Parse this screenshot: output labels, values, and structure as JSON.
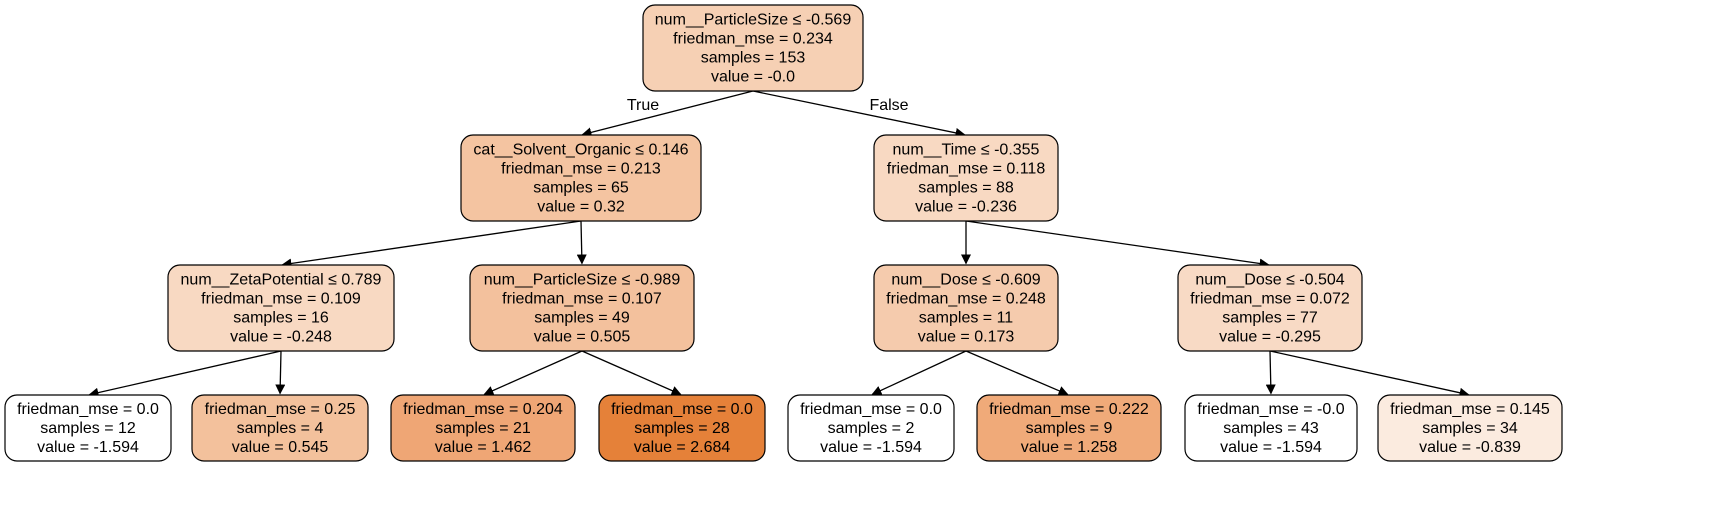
{
  "tree": {
    "nodes": [
      {
        "id": "n0",
        "lines": [
          "num__ParticleSize ≤ -0.569",
          "friedman_mse = 0.234",
          "samples = 153",
          "value = -0.0"
        ],
        "fill": "#f6d0b4"
      },
      {
        "id": "n1",
        "lines": [
          "cat__Solvent_Organic ≤ 0.146",
          "friedman_mse = 0.213",
          "samples = 65",
          "value = 0.32"
        ],
        "fill": "#f4c4a1"
      },
      {
        "id": "n2",
        "lines": [
          "num__Time ≤ -0.355",
          "friedman_mse = 0.118",
          "samples = 88",
          "value = -0.236"
        ],
        "fill": "#f8d9c2"
      },
      {
        "id": "n3",
        "lines": [
          "num__ZetaPotential ≤ 0.789",
          "friedman_mse = 0.109",
          "samples = 16",
          "value = -0.248"
        ],
        "fill": "#f8d9c2"
      },
      {
        "id": "n4",
        "lines": [
          "num__ParticleSize ≤ -0.989",
          "friedman_mse = 0.107",
          "samples = 49",
          "value = 0.505"
        ],
        "fill": "#f3c19d"
      },
      {
        "id": "n5",
        "lines": [
          "num__Dose ≤ -0.609",
          "friedman_mse = 0.248",
          "samples = 11",
          "value = 0.173"
        ],
        "fill": "#f5cbad"
      },
      {
        "id": "n6",
        "lines": [
          "num__Dose ≤ -0.504",
          "friedman_mse = 0.072",
          "samples = 77",
          "value = -0.295"
        ],
        "fill": "#f8dac5"
      },
      {
        "id": "n7",
        "lines": [
          "friedman_mse = 0.0",
          "samples = 12",
          "value = -1.594"
        ],
        "fill": "#ffffff"
      },
      {
        "id": "n8",
        "lines": [
          "friedman_mse = 0.25",
          "samples = 4",
          "value = 0.545"
        ],
        "fill": "#f3c19c"
      },
      {
        "id": "n9",
        "lines": [
          "friedman_mse = 0.204",
          "samples = 21",
          "value = 1.462"
        ],
        "fill": "#efa675"
      },
      {
        "id": "n10",
        "lines": [
          "friedman_mse = 0.0",
          "samples = 28",
          "value = 2.684"
        ],
        "fill": "#e58139"
      },
      {
        "id": "n11",
        "lines": [
          "friedman_mse = 0.0",
          "samples = 2",
          "value = -1.594"
        ],
        "fill": "#ffffff"
      },
      {
        "id": "n12",
        "lines": [
          "friedman_mse = 0.222",
          "samples = 9",
          "value = 1.258"
        ],
        "fill": "#f0aa79"
      },
      {
        "id": "n13",
        "lines": [
          "friedman_mse = -0.0",
          "samples = 43",
          "value = -1.594"
        ],
        "fill": "#ffffff"
      },
      {
        "id": "n14",
        "lines": [
          "friedman_mse = 0.145",
          "samples = 34",
          "value = -0.839"
        ],
        "fill": "#fbebdf"
      }
    ],
    "edges": [
      {
        "from": "n0",
        "to": "n1",
        "label": "True"
      },
      {
        "from": "n0",
        "to": "n2",
        "label": "False"
      },
      {
        "from": "n1",
        "to": "n3",
        "label": ""
      },
      {
        "from": "n1",
        "to": "n4",
        "label": ""
      },
      {
        "from": "n2",
        "to": "n5",
        "label": ""
      },
      {
        "from": "n2",
        "to": "n6",
        "label": ""
      },
      {
        "from": "n3",
        "to": "n7",
        "label": ""
      },
      {
        "from": "n3",
        "to": "n8",
        "label": ""
      },
      {
        "from": "n4",
        "to": "n9",
        "label": ""
      },
      {
        "from": "n4",
        "to": "n10",
        "label": ""
      },
      {
        "from": "n5",
        "to": "n11",
        "label": ""
      },
      {
        "from": "n5",
        "to": "n12",
        "label": ""
      },
      {
        "from": "n6",
        "to": "n13",
        "label": ""
      },
      {
        "from": "n6",
        "to": "n14",
        "label": ""
      }
    ]
  }
}
